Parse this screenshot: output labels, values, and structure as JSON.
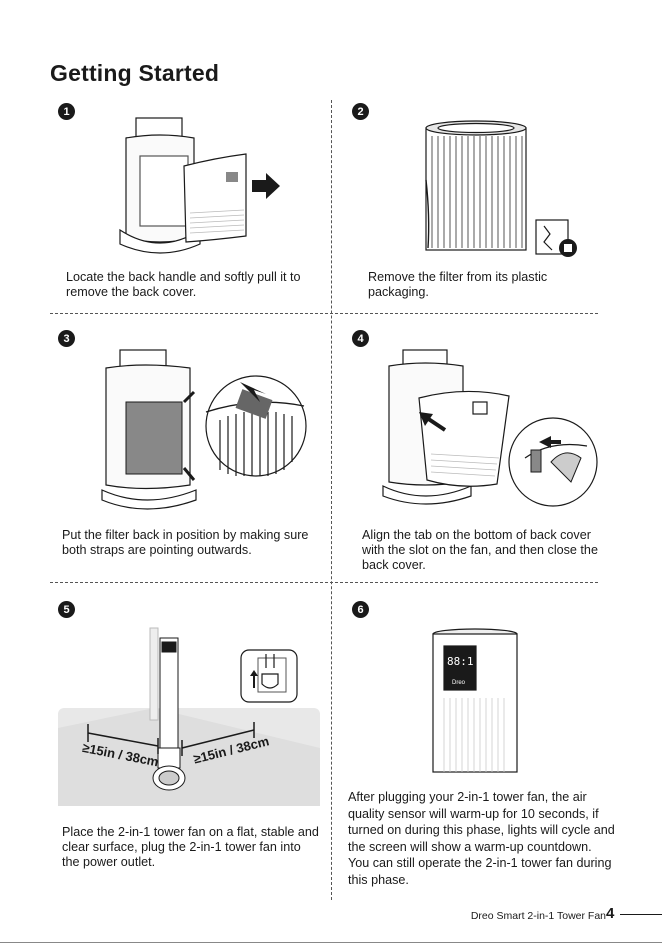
{
  "page": {
    "title": "Getting Started",
    "footer_text": "Dreo Smart 2-in-1 Tower Fan",
    "page_number": "4"
  },
  "steps": [
    {
      "number": "1",
      "caption": "Locate the back handle and softly pull it to remove the back cover."
    },
    {
      "number": "2",
      "caption": "Remove the filter from its plastic packaging."
    },
    {
      "number": "3",
      "caption": "Put the filter back in position by making sure both straps are pointing outwards."
    },
    {
      "number": "4",
      "caption": "Align the tab on the bottom of back cover with the slot on the fan, and then close the back cover."
    },
    {
      "number": "5",
      "caption": "Place the 2-in-1 tower fan on a flat, stable and clear surface, plug the 2-in-1 tower fan into the power outlet."
    },
    {
      "number": "6",
      "caption": "After plugging your 2-in-1 tower fan, the air quality sensor will warm-up for 10 seconds, if turned on during this phase, lights will cycle and the screen will show a warm-up countdown. You can still operate the 2-in-1 tower fan during this phase."
    }
  ],
  "step5_clearance": {
    "left_label": "≥15in / 38cm",
    "right_label": "≥15in / 38cm"
  },
  "step6_display": {
    "readout": "88:1",
    "brand": "Dreo"
  }
}
